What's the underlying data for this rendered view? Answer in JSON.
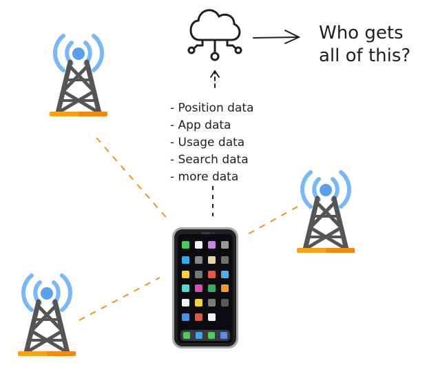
{
  "question": {
    "line1": "Who gets",
    "line2": "all of this?"
  },
  "data_list": [
    "- Position data",
    "- App data",
    "- Usage data",
    "- Search data",
    "- more data"
  ],
  "icons": {
    "cloud": "cloud-network-icon",
    "tower": "cell-tower-icon",
    "phone": "smartphone-icon"
  },
  "colors": {
    "dashed_link": "#e8961e",
    "signal_wave": "#7ab8f5",
    "tower_frame": "#555555",
    "tower_base": "#f7a21b",
    "line_ink": "#1e1e1e"
  }
}
